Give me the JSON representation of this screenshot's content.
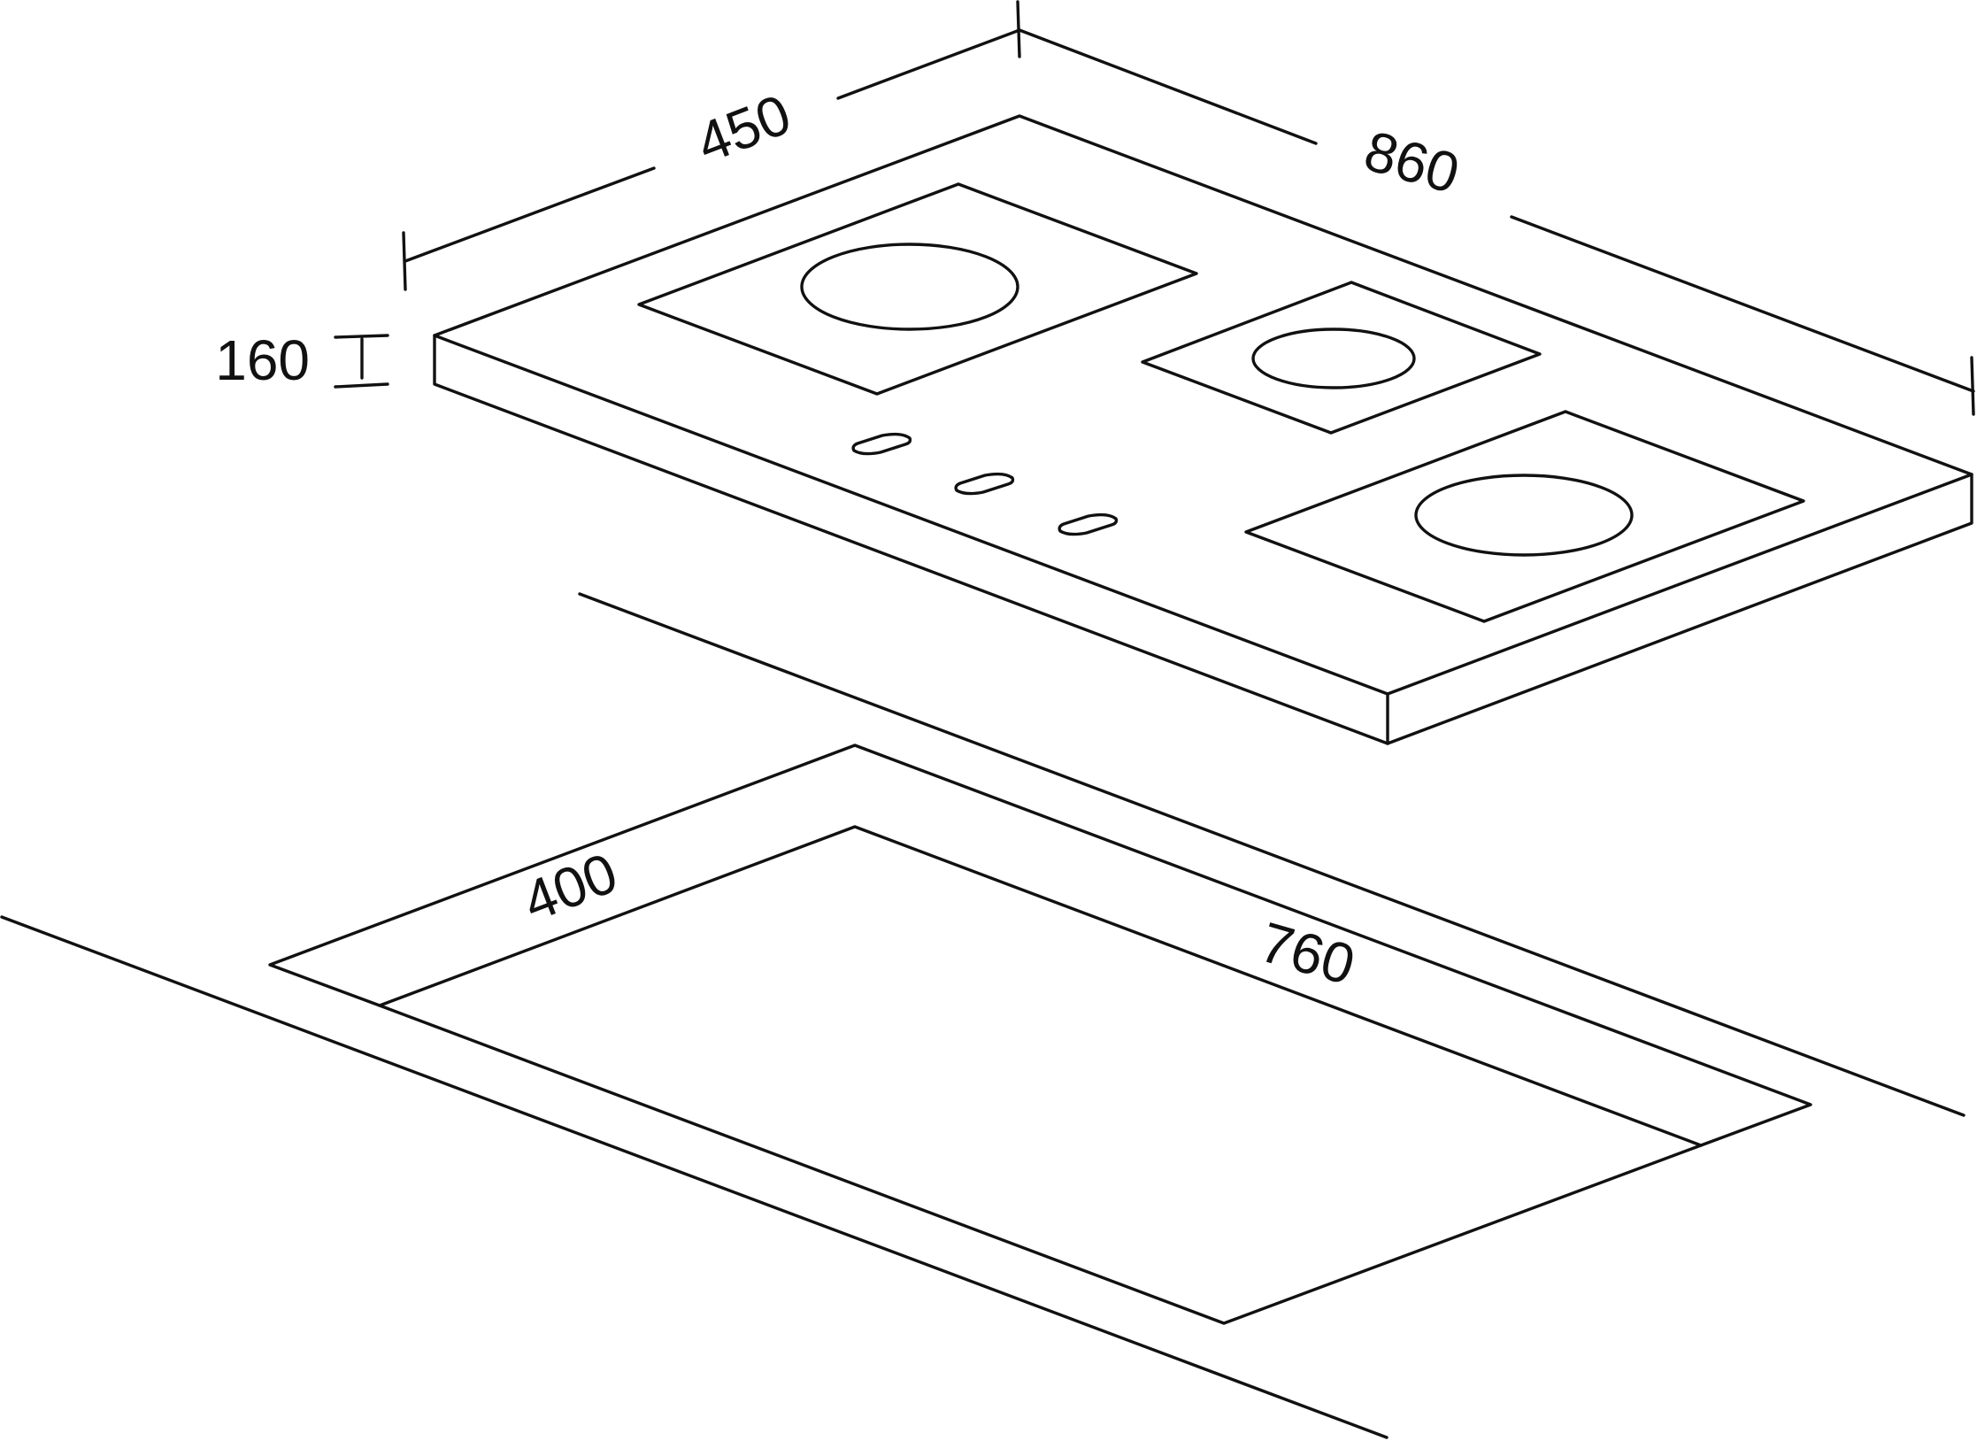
{
  "diagram": {
    "dimensions": {
      "width": "450",
      "length": "860",
      "height": "160",
      "cutout_width": "400",
      "cutout_length": "760"
    },
    "colors": {
      "line": "#111111",
      "background": "#ffffff"
    }
  }
}
